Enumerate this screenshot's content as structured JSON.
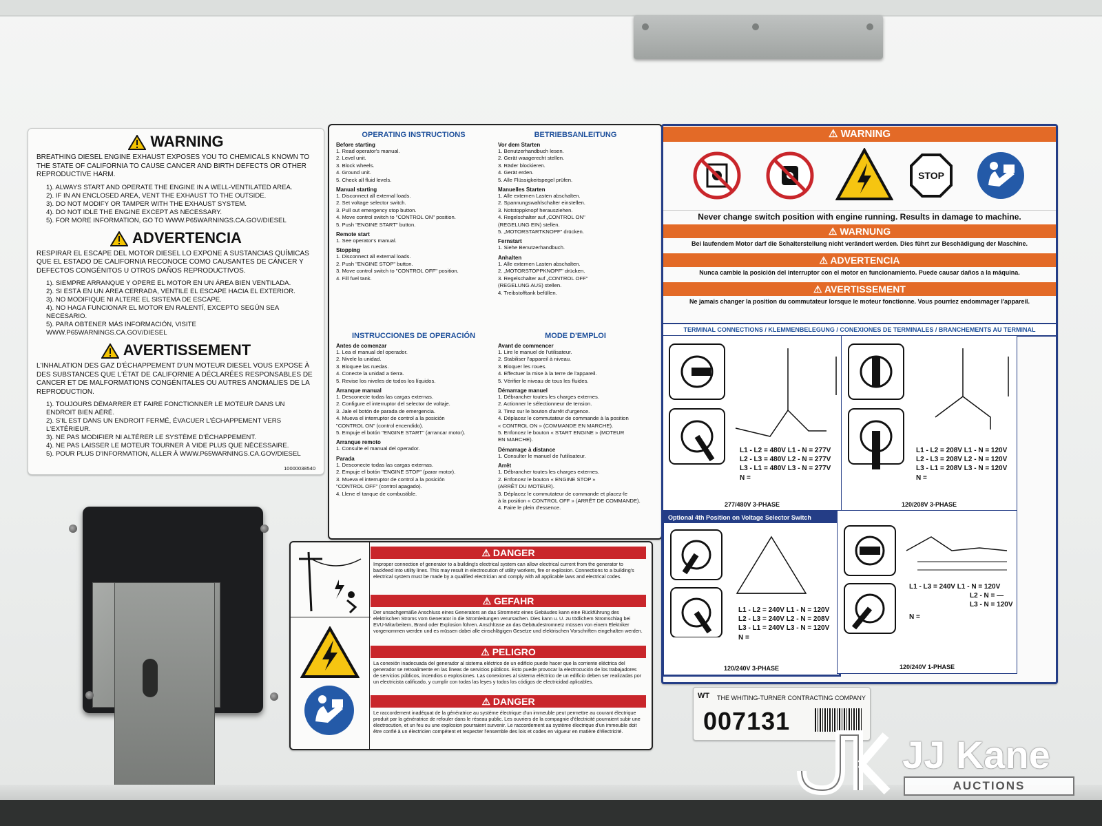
{
  "prop65": {
    "warning": {
      "heading": "WARNING",
      "intro": "BREATHING DIESEL ENGINE EXHAUST EXPOSES YOU TO CHEMICALS KNOWN TO THE STATE OF CALIFORNIA TO CAUSE CANCER AND BIRTH DEFECTS OR OTHER REPRODUCTIVE HARM.",
      "items": [
        "1). ALWAYS START AND OPERATE THE ENGINE IN A WELL-VENTILATED AREA.",
        "2). IF IN AN ENCLOSED AREA, VENT THE EXHAUST TO THE OUTSIDE.",
        "3). DO NOT MODIFY OR TAMPER WITH THE EXHAUST SYSTEM.",
        "4). DO NOT IDLE THE ENGINE EXCEPT AS NECESSARY.",
        "5). FOR MORE INFORMATION, GO TO WWW.P65WARNINGS.CA.GOV/DIESEL"
      ]
    },
    "advertencia": {
      "heading": "ADVERTENCIA",
      "intro": "RESPIRAR EL ESCAPE DEL MOTOR DIESEL LO EXPONE A SUSTANCIAS QUÍMICAS QUE EL ESTADO DE CALIFORNIA RECONOCE COMO CAUSANTES DE CÁNCER Y DEFECTOS CONGÉNITOS U OTROS DAÑOS REPRODUCTIVOS.",
      "items": [
        "1). SIEMPRE ARRANQUE Y OPERE EL MOTOR EN UN ÁREA BIEN VENTILADA.",
        "2). SI ESTÁ EN UN ÁREA CERRADA, VENTILE EL ESCAPE HACIA EL EXTERIOR.",
        "3). NO MODIFIQUE NI ALTERE EL SISTEMA DE ESCAPE.",
        "4). NO HAGA FUNCIONAR EL MOTOR EN RALENTÍ, EXCEPTO SEGÚN SEA NECESARIO.",
        "5). PARA OBTENER MÁS INFORMACIÓN, VISITE WWW.P65WARNINGS.CA.GOV/DIESEL"
      ]
    },
    "avertissement": {
      "heading": "AVERTISSEMENT",
      "intro": "L'INHALATION DES GAZ D'ÉCHAPPEMENT D'UN MOTEUR DIESEL VOUS EXPOSE À DES SUBSTANCES QUE L'ÉTAT DE CALIFORNIE A DÉCLARÉES RESPONSABLES DE CANCER ET DE MALFORMATIONS CONGÉNITALES OU AUTRES ANOMALIES DE LA REPRODUCTION.",
      "items": [
        "1). TOUJOURS DÉMARRER ET FAIRE FONCTIONNER LE MOTEUR DANS UN ENDROIT BIEN AÉRÉ.",
        "2). S'IL EST DANS UN ENDROIT FERMÉ, ÉVACUER L'ÉCHAPPEMENT VERS L'EXTÉRIEUR.",
        "3). NE PAS MODIFIER NI ALTÉRER LE SYSTÈME D'ÉCHAPPEMENT.",
        "4). NE PAS LAISSER LE MOTEUR TOURNER À VIDE PLUS QUE NÉCESSAIRE.",
        "5). POUR PLUS D'INFORMATION, ALLER À WWW.P65WARNINGS.CA.GOV/DIESEL"
      ]
    },
    "part_number": "10000038540"
  },
  "operating": {
    "en": {
      "title": "OPERATING INSTRUCTIONS",
      "sections": [
        {
          "head": "Before starting",
          "lines": [
            "1. Read operator's manual.",
            "2. Level unit.",
            "3. Block wheels.",
            "4. Ground unit.",
            "5. Check all fluid levels."
          ]
        },
        {
          "head": "Manual starting",
          "lines": [
            "1. Disconnect all external loads.",
            "2. Set voltage selector switch.",
            "3. Pull out emergency stop button.",
            "4. Move control switch to \"CONTROL ON\" position.",
            "5. Push \"ENGINE START\" button."
          ]
        },
        {
          "head": "Remote start",
          "lines": [
            "1. See operator's manual."
          ]
        },
        {
          "head": "Stopping",
          "lines": [
            "1. Disconnect all external loads.",
            "2. Push \"ENGINE STOP\" button.",
            "3. Move control switch to \"CONTROL OFF\" position.",
            "4. Fill fuel tank."
          ]
        }
      ]
    },
    "de": {
      "title": "BETRIEBSANLEITUNG",
      "sections": [
        {
          "head": "Vor dem Starten",
          "lines": [
            "1. Benutzerhandbuch lesen.",
            "2. Gerät waagerecht stellen.",
            "3. Räder blockieren.",
            "4. Gerät erden.",
            "5. Alle Flüssigkeitspegel prüfen."
          ]
        },
        {
          "head": "Manuelles Starten",
          "lines": [
            "1. Alle externen Lasten abschalten.",
            "2. Spannungswahlschalter einstellen.",
            "3. Notstoppknopf herausziehen.",
            "4. Regelschalter auf „CONTROL ON\"",
            "   (REGELUNG EIN) stellen.",
            "5. „MOTORSTARTKNOPF\" drücken."
          ]
        },
        {
          "head": "Fernstart",
          "lines": [
            "1. Siehe Benutzerhandbuch."
          ]
        },
        {
          "head": "Anhalten",
          "lines": [
            "1. Alle externen Lasten abschalten.",
            "2. „MOTORSTOPPKNOPF\" drücken.",
            "3. Regelschalter auf „CONTROL OFF\"",
            "   (REGELUNG AUS) stellen.",
            "4. Treibstofftank befüllen."
          ]
        }
      ]
    },
    "es": {
      "title": "INSTRUCCIONES DE OPERACIÓN",
      "sections": [
        {
          "head": "Antes de comenzar",
          "lines": [
            "1. Lea el manual del operador.",
            "2. Nivele la unidad.",
            "3. Bloquee las ruedas.",
            "4. Conecte la unidad a tierra.",
            "5. Revise los niveles de todos los líquidos."
          ]
        },
        {
          "head": "Arranque manual",
          "lines": [
            "1. Desconecte todas las cargas externas.",
            "2. Configure el interruptor del selector de voltaje.",
            "3. Jale el botón de parada de emergencia.",
            "4. Mueva el interruptor de control a la posición",
            "   \"CONTROL ON\" (control encendido).",
            "5. Empuje el botón \"ENGINE START\" (arrancar motor)."
          ]
        },
        {
          "head": "Arranque remoto",
          "lines": [
            "1. Consulte el manual del operador."
          ]
        },
        {
          "head": "Parada",
          "lines": [
            "1. Desconecte todas las cargas externas.",
            "2. Empuje el botón \"ENGINE STOP\" (parar motor).",
            "3. Mueva el interruptor de control a la posición",
            "   \"CONTROL OFF\" (control apagado).",
            "4. Llene el tanque de combustible."
          ]
        }
      ]
    },
    "fr": {
      "title": "MODE D'EMPLOI",
      "sections": [
        {
          "head": "Avant de commencer",
          "lines": [
            "1. Lire le manuel de l'utilisateur.",
            "2. Stabiliser l'appareil à niveau.",
            "3. Bloquer les roues.",
            "4. Effectuer la mise à la terre de l'appareil.",
            "5. Vérifier le niveau de tous les fluides."
          ]
        },
        {
          "head": "Démarrage manuel",
          "lines": [
            "1. Débrancher toutes les charges externes.",
            "2. Actionner le sélectionneur de tension.",
            "3. Tirez sur le bouton d'arrêt d'urgence.",
            "4. Déplacez le commutateur de commande à la position",
            "   « CONTROL ON » (COMMANDE EN MARCHE).",
            "5. Enfoncez le bouton « START ENGINE » (MOTEUR",
            "   EN MARCHE)."
          ]
        },
        {
          "head": "Démarrage à distance",
          "lines": [
            "1. Consulter le manuel de l'utilisateur."
          ]
        },
        {
          "head": "Arrêt",
          "lines": [
            "1. Débrancher toutes les charges externes.",
            "2. Enfoncez le bouton « ENGINE STOP »",
            "   (ARRÊT DU MOTEUR).",
            "3. Déplacez le commutateur de commande et placez-le",
            "   à la position « CONTROL OFF » (ARRÊT DE COMMANDE).",
            "4. Faire le plein d'essence."
          ]
        }
      ]
    }
  },
  "switch_warning": {
    "warning_label": "WARNING",
    "stop_label": "STOP",
    "en": "Never change switch position with engine running. Results in damage to machine.",
    "warnung_label": "WARNUNG",
    "de": "Bei laufendem Motor darf die Schalterstellung nicht verändert werden. Dies führt zur Beschädigung der Maschine.",
    "advertencia_label": "ADVERTENCIA",
    "es": "Nunca cambie la posición del interruptor con el motor en funcionamiento. Puede causar daños a la máquina.",
    "avertissement_label": "AVERTISSEMENT",
    "fr": "Ne jamais changer la position du commutateur lorsque le moteur fonctionne. Vous pourriez endommager l'appareil."
  },
  "terminal": {
    "header": "TERMINAL CONNECTIONS / KLEMMENBELEGUNG / CONEXIONES DE TERMINALES / BRANCHEMENTS AU TERMINAL",
    "optional_header": "Optional 4th Position on Voltage Selector Switch",
    "cells": [
      {
        "caption": "277/480V 3-PHASE",
        "v1": "L1 - L2 = 480V   L1 - N = 277V",
        "v2": "L2 - L3 = 480V   L2 - N = 277V",
        "v3": "L3 - L1 = 480V   L3 - N = 277V",
        "n": "N ="
      },
      {
        "caption": "120/208V 3-PHASE",
        "v1": "L1 - L2 = 208V   L1 - N = 120V",
        "v2": "L2 - L3 = 208V   L2 - N = 120V",
        "v3": "L3 - L1 = 208V   L3 - N = 120V",
        "n": "N ="
      },
      {
        "caption": "120/240V 3-PHASE",
        "v1": "L1 - L2 = 240V   L1 - N = 120V",
        "v2": "L2 - L3 = 240V   L2 - N = 208V",
        "v3": "L3 - L1 = 240V   L3 - N = 120V",
        "n": "N ="
      },
      {
        "caption": "120/240V 1-PHASE",
        "v1": "L1 - L3 = 240V   L1 - N = 120V",
        "v2": "L2 - N = —",
        "v3": "L3 - N = 120V",
        "n": "N ="
      }
    ]
  },
  "danger": {
    "danger_label": "DANGER",
    "en": "Improper connection of generator to a building's electrical system can allow electrical current from the generator to backfeed into utility lines. This may result in electrocution of utility workers, fire or explosion. Connections to a building's electrical system must be made by a qualified electrician and comply with all applicable laws and electrical codes.",
    "gefahr_label": "GEFAHR",
    "de": "Der unsachgemäße Anschluss eines Generators an das Stromnetz eines Gebäudes kann eine Rückführung des elektrischen Stroms vom Generator in die Stromleitungen verursachen. Dies kann u. U. zu tödlichem Stromschlag bei EVU-Mitarbeitern, Brand oder Explosion führen. Anschlüsse an das Gebäudestromnetz müssen von einem Elektriker vorgenommen werden und es müssen dabei alle einschlägigen Gesetze und elektrischen Vorschriften eingehalten werden.",
    "peligro_label": "PELIGRO",
    "es": "La conexión inadecuada del generador al sistema eléctrico de un edificio puede hacer que la corriente eléctrica del generador se retroalimente en las líneas de servicios públicos. Esto puede provocar la electrocución de los trabajadores de servicios públicos, incendios o explosiones. Las conexiones al sistema eléctrico de un edificio deben ser realizadas por un electricista calificado, y cumplir con todas las leyes y todos los códigos de electricidad aplicables.",
    "danger2_label": "DANGER",
    "fr": "Le raccordement inadéquat de la génératrice au système électrique d'un immeuble peut permettre au courant électrique produit par la génératrice de refouler dans le réseau public. Les ouvriers de la compagnie d'électricité pourraient subir une électrocution, et un feu ou une explosion pourraient survenir. Le raccordement au système électrique d'un immeuble doit être confié à un électricien compétent et respecter l'ensemble des lois et codes en vigueur en matière d'électricité."
  },
  "asset_tag": {
    "logo": "WT",
    "company": "THE WHITING-TURNER CONTRACTING COMPANY",
    "number": "007131"
  },
  "watermark": {
    "brand": "JJ Kane",
    "sub": "AUCTIONS"
  },
  "colors": {
    "warning_orange": "#e36a27",
    "danger_red": "#c9262b",
    "label_blue": "#243d86",
    "title_blue": "#1d4f9b"
  },
  "icons": [
    "warning-triangle-icon",
    "no-switch-icon",
    "no-engine-icon",
    "electrical-hazard-icon",
    "stop-sign-icon",
    "read-manual-icon",
    "power-line-icon"
  ]
}
